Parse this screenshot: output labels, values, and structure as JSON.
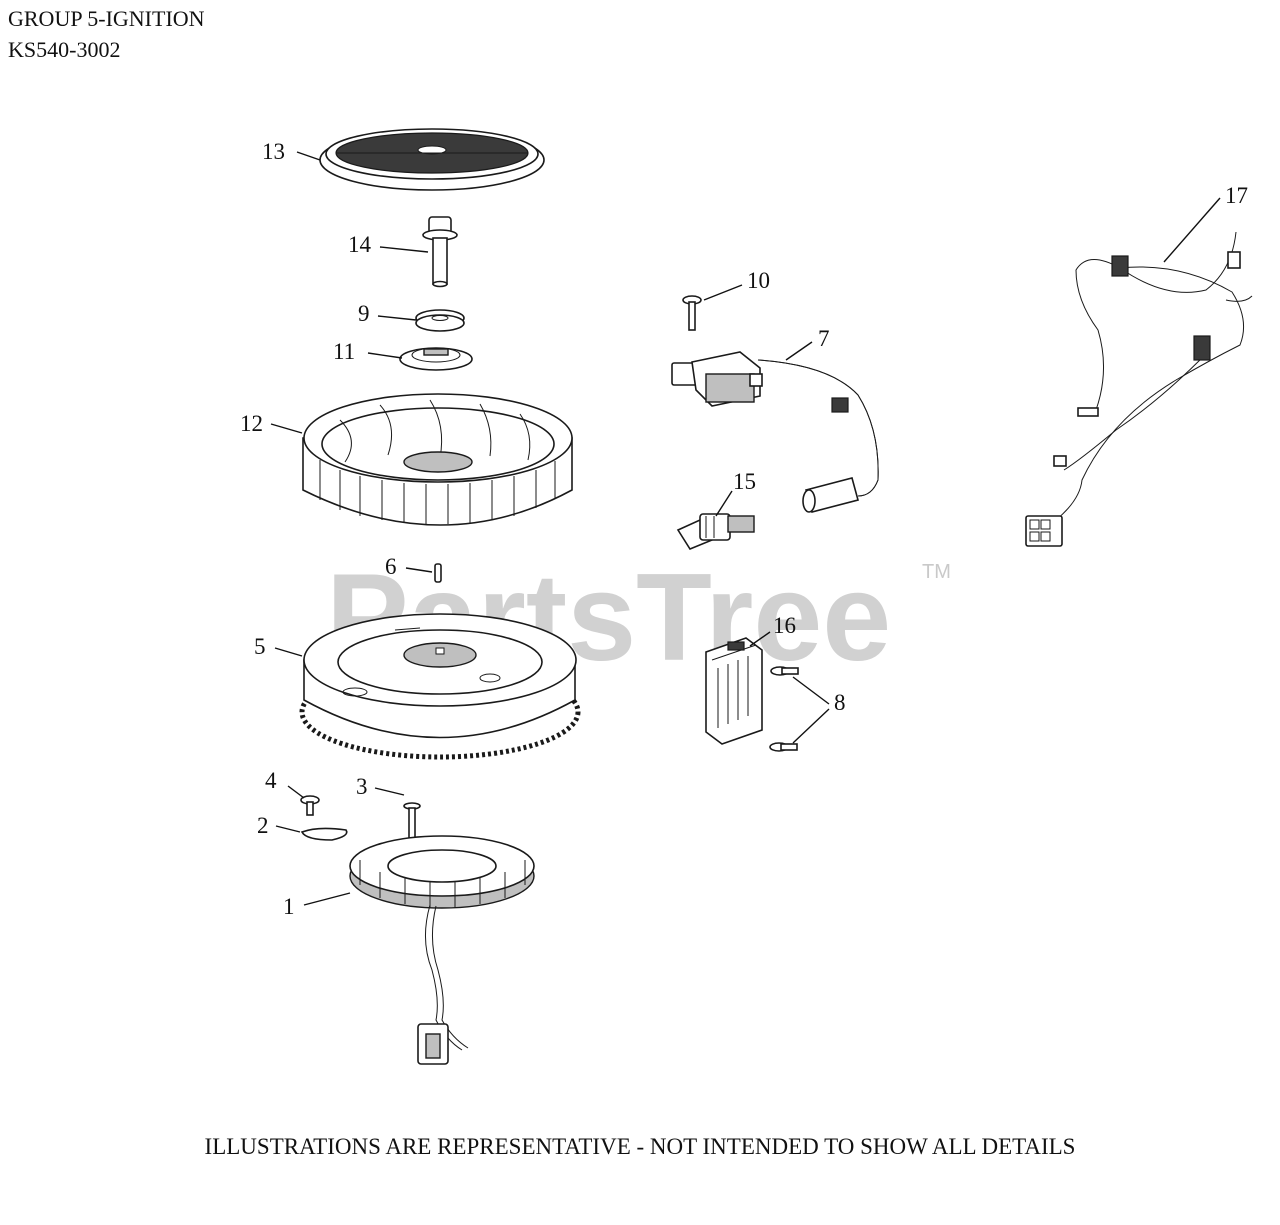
{
  "header": {
    "group": "GROUP 5-IGNITION",
    "model": "KS540-3002"
  },
  "watermark": {
    "text": "PartsTree",
    "trademark": "TM"
  },
  "callouts": {
    "c1": "1",
    "c2": "2",
    "c3": "3",
    "c4": "4",
    "c5": "5",
    "c6": "6",
    "c7": "7",
    "c8": "8",
    "c9": "9",
    "c10": "10",
    "c11": "11",
    "c12": "12",
    "c13": "13",
    "c14": "14",
    "c15": "15",
    "c16": "16",
    "c17": "17"
  },
  "footer": {
    "disclaimer": "ILLUSTRATIONS ARE REPRESENTATIVE - NOT INTENDED TO SHOW ALL DETAILS"
  }
}
